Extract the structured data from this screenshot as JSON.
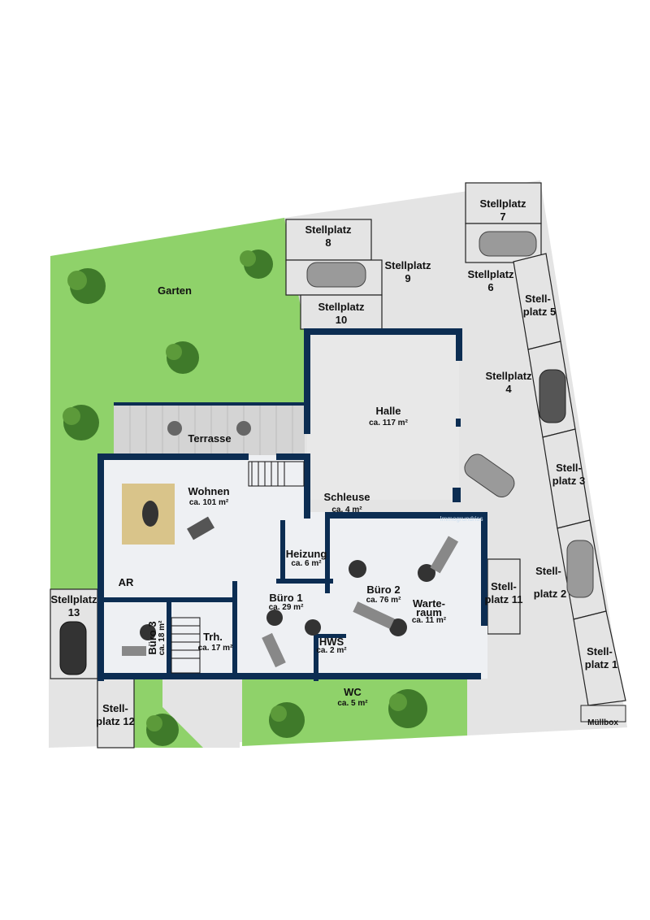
{
  "plan": {
    "watermark": "Immogrundriss",
    "colors": {
      "wall": "#0c2d52",
      "lawn": "#8fd26a",
      "paving": "#e4e4e4",
      "floor": "#eef0f3",
      "terrace": "#d4d4d4"
    },
    "outdoor": {
      "garden": "Garten",
      "terrace": "Terrasse",
      "waste": "Müllbox"
    },
    "rooms": [
      {
        "id": "wohnen",
        "name": "Wohnen",
        "area": "ca. 101 m²"
      },
      {
        "id": "halle",
        "name": "Halle",
        "area": "ca. 117 m²"
      },
      {
        "id": "schleuse",
        "name": "Schleuse",
        "area": "ca. 4 m²"
      },
      {
        "id": "heizung",
        "name": "Heizung",
        "area": "ca. 6 m²"
      },
      {
        "id": "buero1",
        "name": "Büro 1",
        "area": "ca. 29 m²"
      },
      {
        "id": "buero2",
        "name": "Büro 2",
        "area": "ca. 76 m²"
      },
      {
        "id": "warteraum",
        "name": "Warte-raum",
        "name_l1": "Warte-",
        "name_l2": "raum",
        "area": "ca. 11 m²"
      },
      {
        "id": "hws",
        "name": "HWS",
        "area": "ca. 2 m²"
      },
      {
        "id": "wc",
        "name": "WC",
        "area": "ca. 5 m²"
      },
      {
        "id": "trh",
        "name": "Trh.",
        "area": "ca. 17 m²"
      },
      {
        "id": "buero3",
        "name": "Büro 3",
        "area": "ca. 18 m²"
      },
      {
        "id": "ar",
        "name": "AR",
        "area": ""
      }
    ],
    "parking": [
      {
        "n": "1",
        "l1": "Stell-",
        "l2": "platz 1"
      },
      {
        "n": "2",
        "l1": "Stell-",
        "l2": "platz 2"
      },
      {
        "n": "3",
        "l1": "Stell-",
        "l2": "platz 3"
      },
      {
        "n": "4",
        "l1": "Stellplatz",
        "l2": "4"
      },
      {
        "n": "5",
        "l1": "Stell-",
        "l2": "platz 5"
      },
      {
        "n": "6",
        "l1": "Stellplatz",
        "l2": "6"
      },
      {
        "n": "7",
        "l1": "Stellplatz",
        "l2": "7"
      },
      {
        "n": "8",
        "l1": "Stellplatz",
        "l2": "8"
      },
      {
        "n": "9",
        "l1": "Stellplatz",
        "l2": "9"
      },
      {
        "n": "10",
        "l1": "Stellplatz",
        "l2": "10"
      },
      {
        "n": "11",
        "l1": "Stell-",
        "l2": "platz 11"
      },
      {
        "n": "12",
        "l1": "Stell-",
        "l2": "platz 12"
      },
      {
        "n": "13",
        "l1": "Stellplatz",
        "l2": "13"
      }
    ]
  }
}
